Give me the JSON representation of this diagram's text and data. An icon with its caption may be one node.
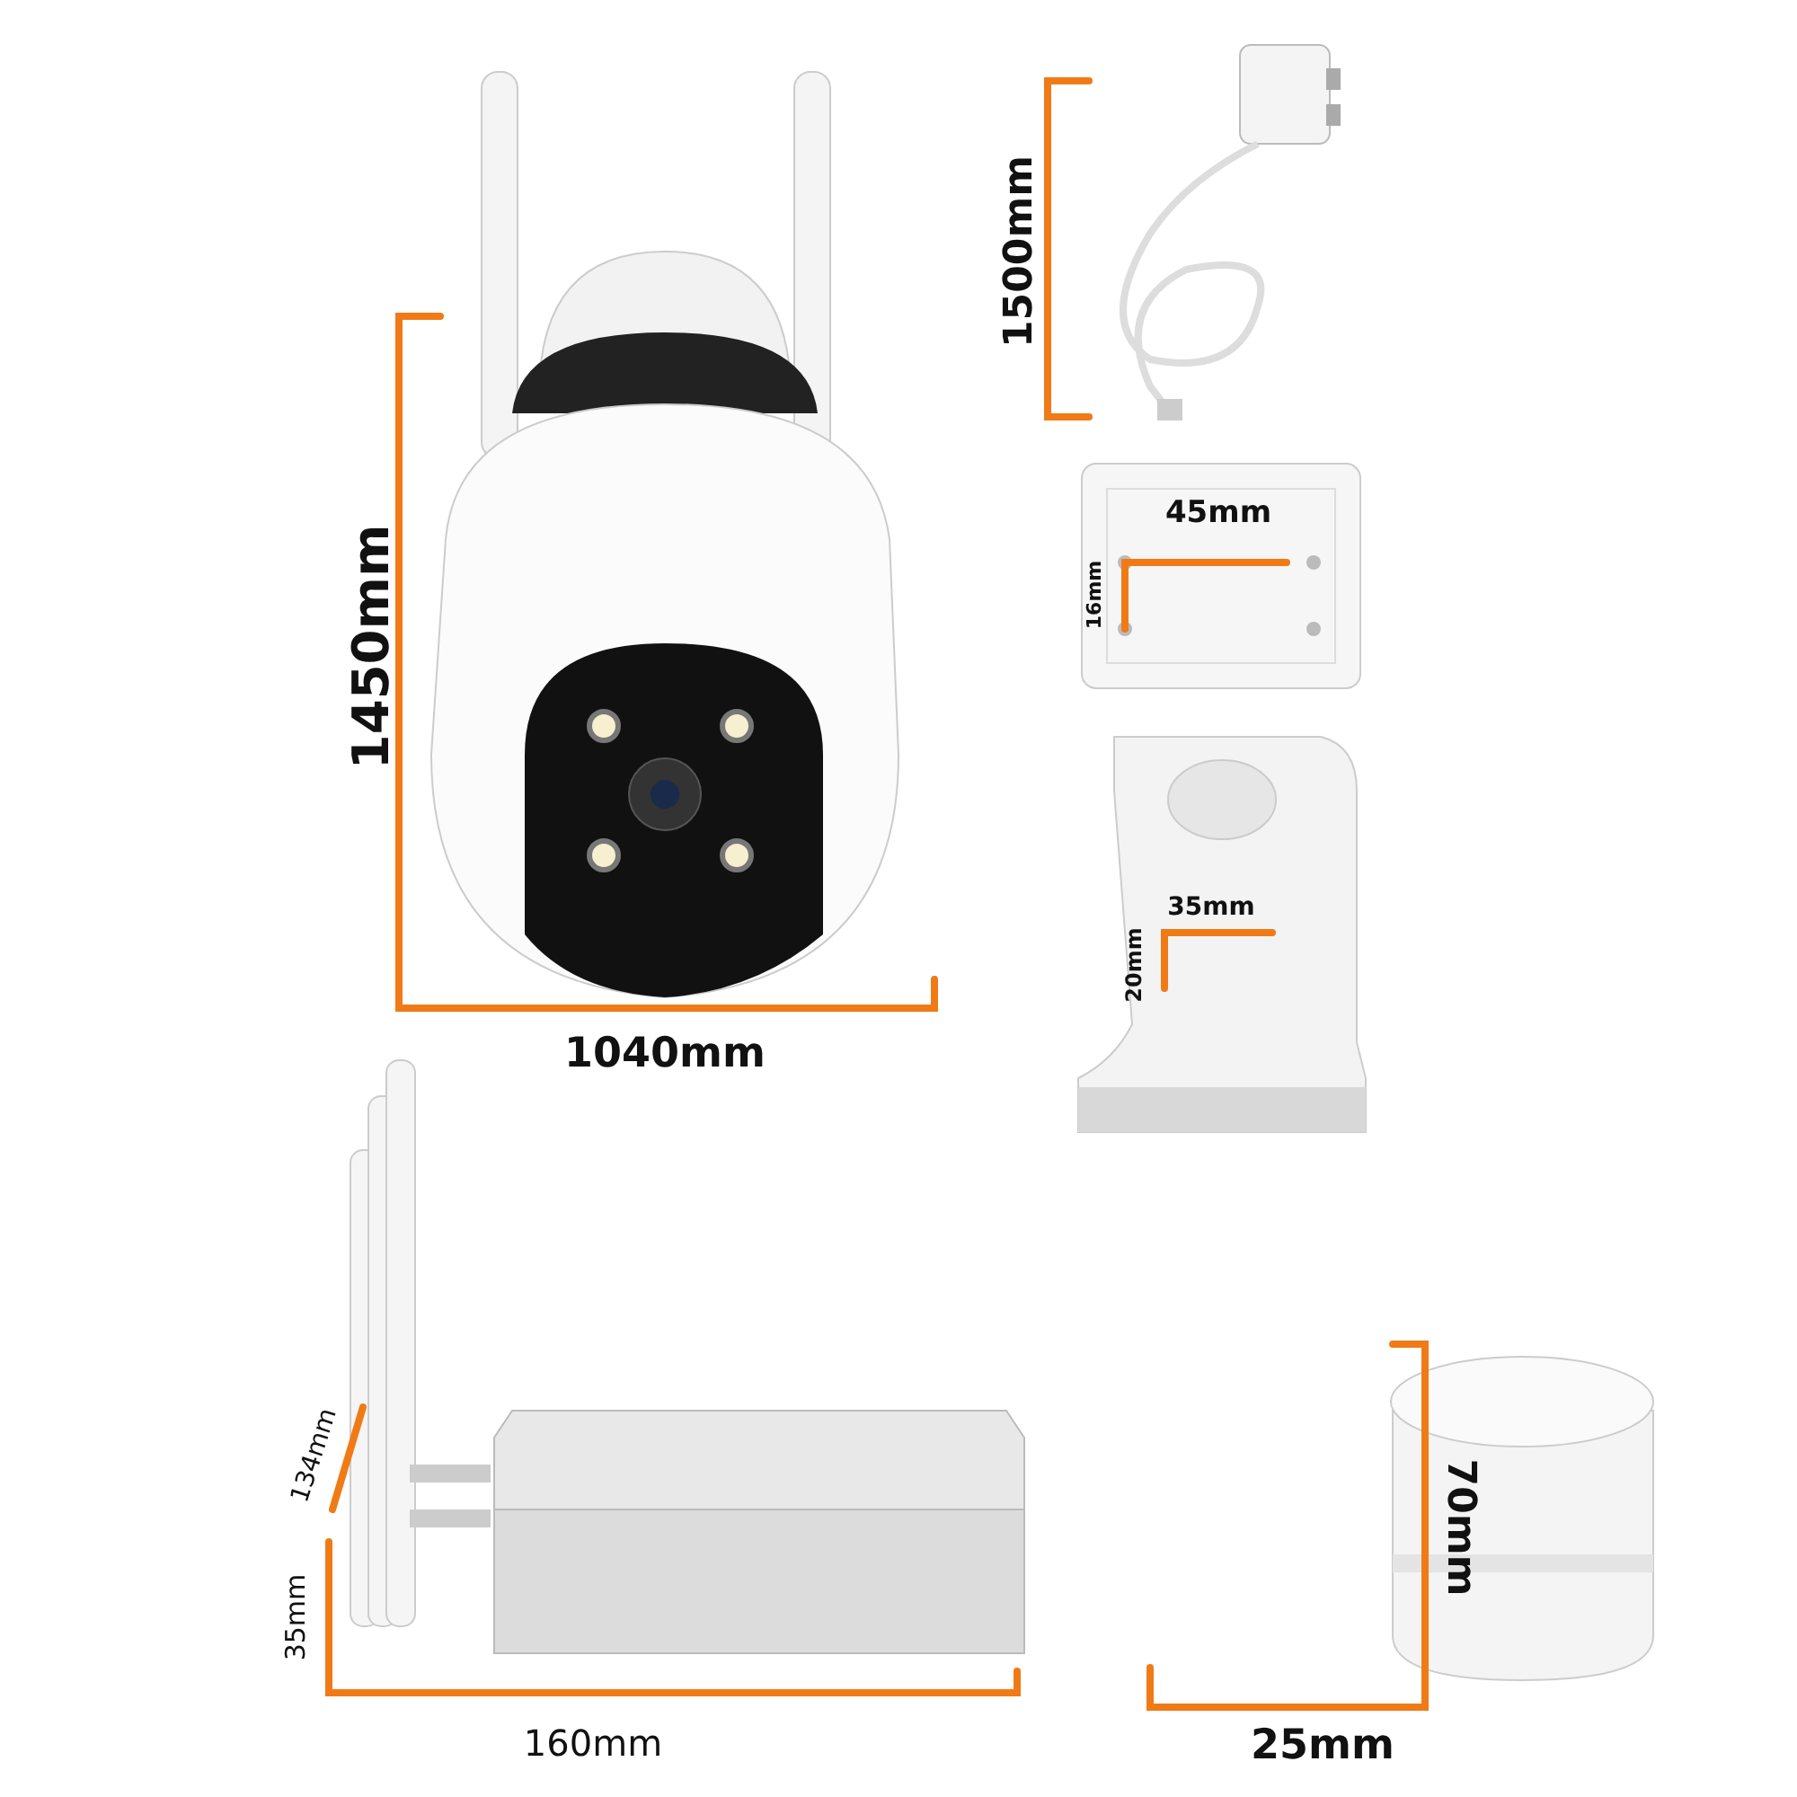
{
  "diagram": {
    "labels": [
      "1500mm",
      "45mm",
      "16mm",
      "1450mm",
      "35mm",
      "20mm",
      "1040mm",
      "134mm",
      "70mm",
      "35mm",
      "160mm",
      "25mm"
    ]
  }
}
